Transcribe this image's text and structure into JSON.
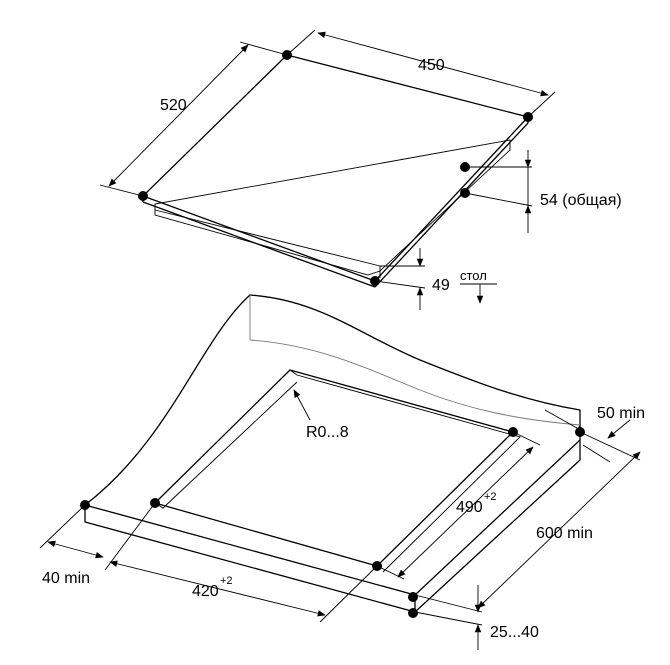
{
  "dimensions": {
    "width_top": "450",
    "depth_top": "520",
    "total_height": "54 (общая)",
    "height_above_table": "49",
    "table_label": "стол",
    "corner_radius": "R0...8",
    "cutout_width": "420",
    "cutout_width_tol": "+2",
    "cutout_depth": "490",
    "cutout_depth_tol": "+2",
    "front_clearance": "40 min",
    "rear_clearance": "50 min",
    "worktop_depth": "600 min",
    "worktop_thickness": "25...40"
  }
}
